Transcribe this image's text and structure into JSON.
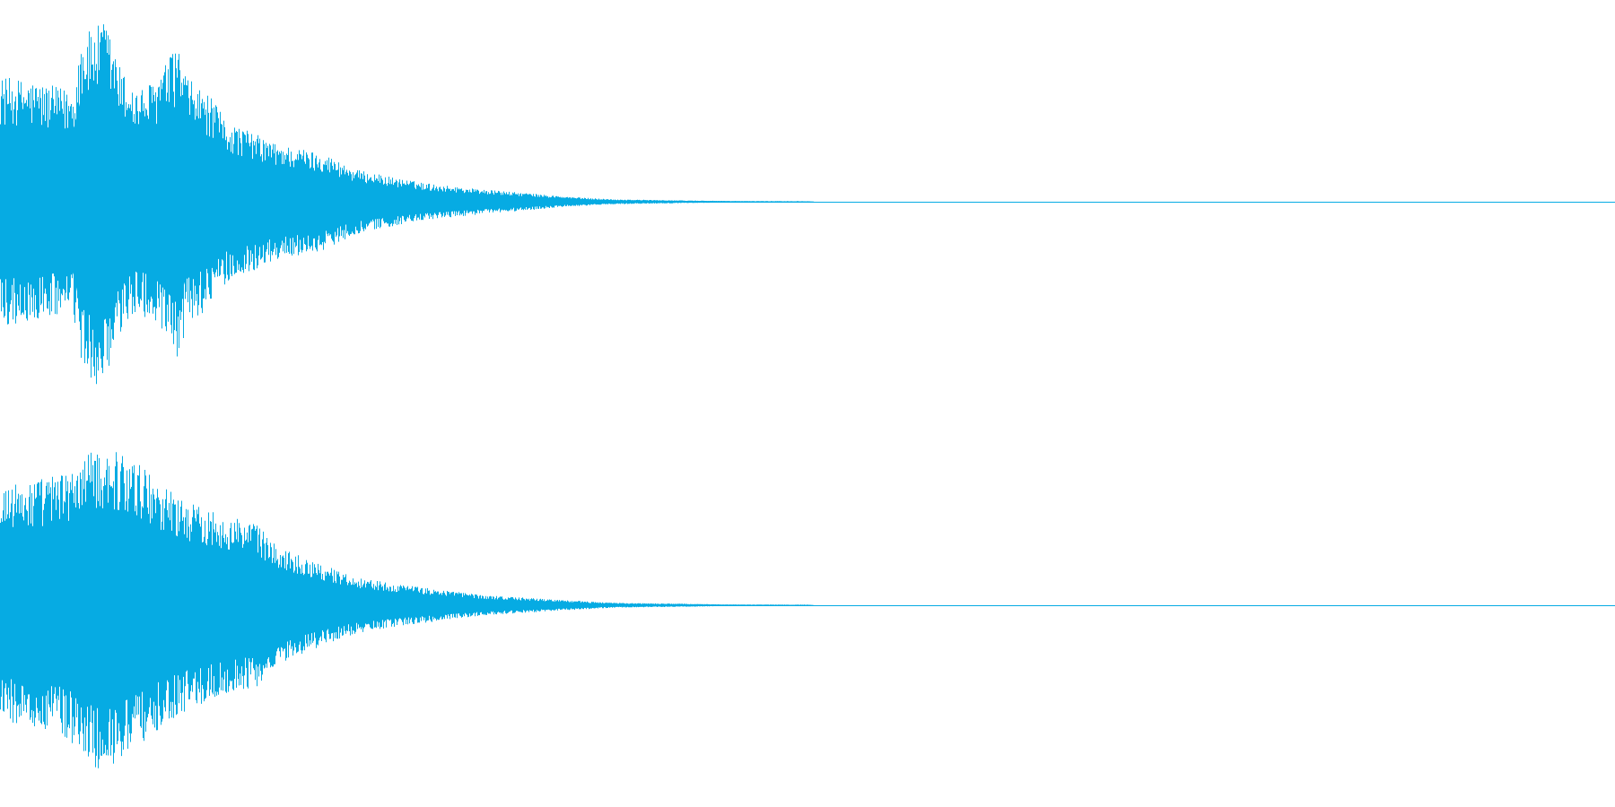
{
  "colors": {
    "background": "#ffffff",
    "waveform": "#06abe3"
  },
  "chart_data": {
    "type": "area",
    "grid": false,
    "x_range": [
      0,
      1
    ],
    "y_range": [
      -1,
      1
    ],
    "series": [
      {
        "channel": 1,
        "envelope": {
          "x": [
            0.0,
            0.02,
            0.045,
            0.05,
            0.065,
            0.075,
            0.085,
            0.095,
            0.11,
            0.115,
            0.13,
            0.14,
            0.16,
            0.17,
            0.2,
            0.22,
            0.25,
            0.27,
            0.3,
            0.33,
            0.35,
            0.38,
            0.42,
            0.45,
            0.5,
            0.505,
            1.0
          ],
          "upper": [
            0.62,
            0.6,
            0.55,
            0.82,
            0.9,
            0.65,
            0.55,
            0.6,
            0.78,
            0.62,
            0.52,
            0.4,
            0.33,
            0.29,
            0.24,
            0.16,
            0.11,
            0.085,
            0.06,
            0.04,
            0.025,
            0.012,
            0.007,
            0.004,
            0.003,
            0.0,
            0.0
          ],
          "lower": [
            0.62,
            0.6,
            0.55,
            0.85,
            0.95,
            0.65,
            0.55,
            0.6,
            0.82,
            0.62,
            0.52,
            0.4,
            0.33,
            0.29,
            0.24,
            0.16,
            0.11,
            0.085,
            0.06,
            0.04,
            0.025,
            0.012,
            0.007,
            0.004,
            0.003,
            0.0,
            0.0
          ]
        }
      },
      {
        "channel": 2,
        "envelope": {
          "x": [
            0.0,
            0.02,
            0.04,
            0.05,
            0.06,
            0.075,
            0.09,
            0.1,
            0.12,
            0.14,
            0.16,
            0.17,
            0.2,
            0.22,
            0.25,
            0.27,
            0.3,
            0.33,
            0.35,
            0.38,
            0.42,
            0.45,
            0.5,
            0.505,
            1.0
          ],
          "upper": [
            0.6,
            0.62,
            0.66,
            0.72,
            0.78,
            0.76,
            0.68,
            0.6,
            0.5,
            0.45,
            0.4,
            0.3,
            0.2,
            0.14,
            0.1,
            0.08,
            0.05,
            0.035,
            0.025,
            0.012,
            0.008,
            0.004,
            0.003,
            0.0,
            0.0
          ],
          "lower": [
            0.58,
            0.6,
            0.66,
            0.74,
            0.82,
            0.78,
            0.68,
            0.6,
            0.5,
            0.45,
            0.4,
            0.3,
            0.2,
            0.14,
            0.1,
            0.08,
            0.05,
            0.035,
            0.025,
            0.012,
            0.008,
            0.004,
            0.003,
            0.0,
            0.0
          ]
        }
      }
    ]
  }
}
